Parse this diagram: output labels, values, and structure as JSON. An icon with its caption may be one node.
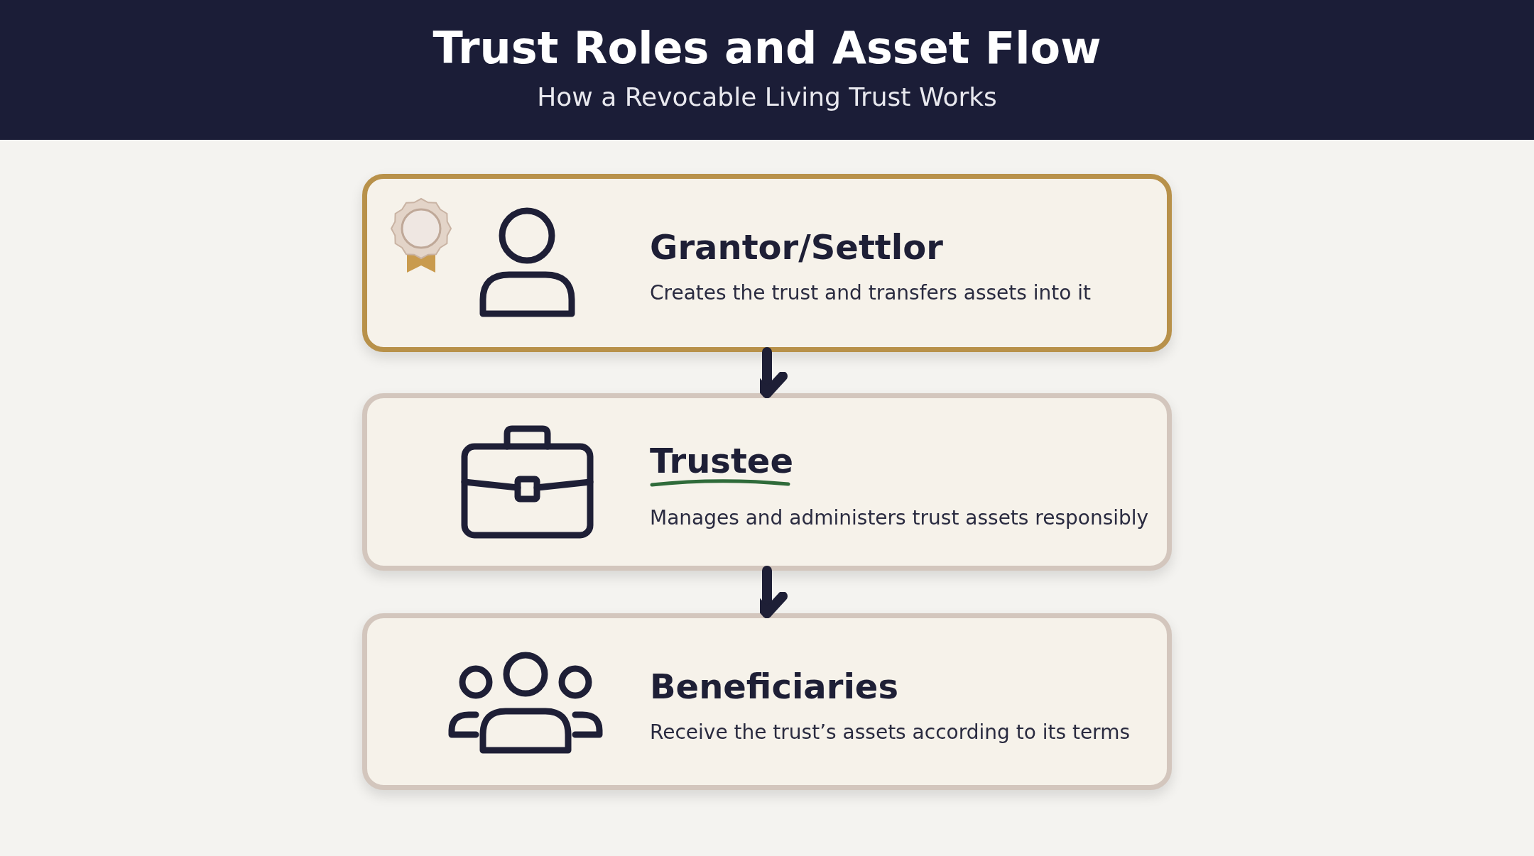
{
  "diagram": {
    "title": "Trust Roles and Asset Flow",
    "caption": "How a Revocable Living Trust Works",
    "nodes": [
      {
        "text": [
          "Grantor/Settlor",
          "Creates the trust and transfers assets into it"
        ]
      },
      {
        "text": [
          "Trustee",
          "Manages and administers trust assets responsibly"
        ]
      },
      {
        "text": [
          "Beneficiaries",
          "Receive the trust’s assets according to its terms"
        ]
      }
    ],
    "edges": [
      {
        "from": 0,
        "to": 1,
        "arrow": "to"
      },
      {
        "from": 1,
        "to": 2,
        "arrow": "to"
      }
    ]
  }
}
